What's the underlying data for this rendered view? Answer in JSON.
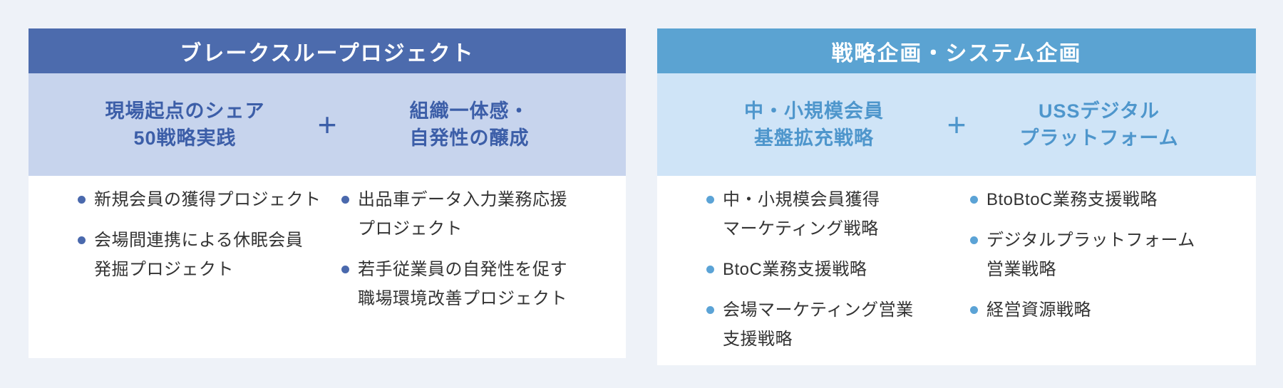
{
  "page": {
    "background": "#eef2f8"
  },
  "panels": [
    {
      "title": "ブレークスループロジェクト",
      "plus_label": "+",
      "colors": {
        "header_bg": "#4c6bad",
        "header_text": "#ffffff",
        "band_bg": "#c7d4ed",
        "band_text": "#3c5ea8",
        "bullet": "#4a69ad",
        "body_bg": "#ffffff",
        "body_text": "#333333"
      },
      "strategies": [
        {
          "lines": [
            "現場起点のシェア",
            "50戦略実践"
          ]
        },
        {
          "lines": [
            "組織一体感・",
            "自発性の醸成"
          ]
        }
      ],
      "columns": [
        {
          "items": [
            {
              "lines": [
                "新規会員の獲得プロジェクト"
              ]
            },
            {
              "lines": [
                "会場間連携による休眠会員",
                "発掘プロジェクト"
              ]
            }
          ]
        },
        {
          "items": [
            {
              "lines": [
                "出品車データ入力業務応援",
                "プロジェクト"
              ]
            },
            {
              "lines": [
                "若手従業員の自発性を促す",
                "職場環境改善プロジェクト"
              ]
            }
          ]
        }
      ]
    },
    {
      "title": "戦略企画・システム企画",
      "plus_label": "+",
      "colors": {
        "header_bg": "#5ba3d2",
        "header_text": "#ffffff",
        "band_bg": "#cfe4f7",
        "band_text": "#4e96cc",
        "bullet": "#5ba3d6",
        "body_bg": "#ffffff",
        "body_text": "#333333"
      },
      "strategies": [
        {
          "lines": [
            "中・小規模会員",
            "基盤拡充戦略"
          ]
        },
        {
          "lines": [
            "USSデジタル",
            "プラットフォーム"
          ]
        }
      ],
      "columns": [
        {
          "items": [
            {
              "lines": [
                "中・小規模会員獲得",
                "マーケティング戦略"
              ]
            },
            {
              "lines": [
                "BtoC業務支援戦略"
              ]
            },
            {
              "lines": [
                "会場マーケティング営業",
                "支援戦略"
              ]
            }
          ]
        },
        {
          "items": [
            {
              "lines": [
                "BtoBtoC業務支援戦略"
              ]
            },
            {
              "lines": [
                "デジタルプラットフォーム",
                "営業戦略"
              ]
            },
            {
              "lines": [
                "経営資源戦略"
              ]
            }
          ]
        }
      ]
    }
  ]
}
